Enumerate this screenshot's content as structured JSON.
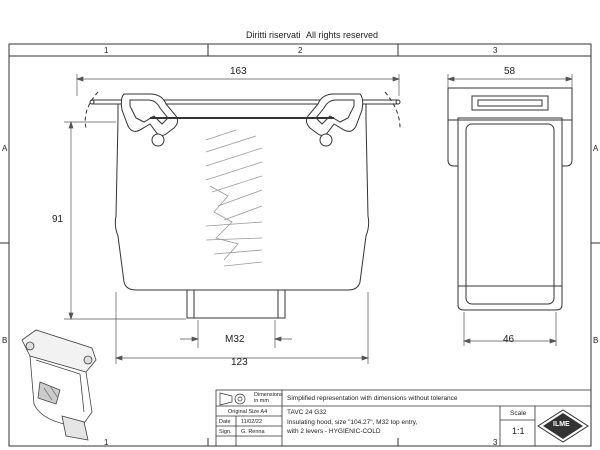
{
  "header": {
    "rights_it": "Diritti riservati",
    "rights_en": "All rights reserved"
  },
  "zones": {
    "cols": [
      "1",
      "2",
      "3"
    ],
    "rows": [
      "A",
      "B"
    ]
  },
  "dimensions": {
    "front_width_top": "163",
    "front_height": "91",
    "front_entry": "M32",
    "front_width_bottom": "123",
    "side_width_top": "58",
    "side_width_bottom": "46"
  },
  "title_block": {
    "units_label": "Dimensions\nin mm",
    "note": "Simplified representation with dimensions without tolerance",
    "original_size": "Original Size A4",
    "date_label": "Date",
    "date_value": "11/02/22",
    "sign_label": "Sign.",
    "sign_value": "G. Renna",
    "code": "TAVC 24 G32",
    "desc1": "Insulating hood, size \"104.27\", M32 top entry,",
    "desc2": "with 2 levers - HYGIENIC-COLD",
    "scale_label": "Scale",
    "scale_value": "1:1",
    "logo_text": "ILME"
  },
  "colors": {
    "line": "#333333",
    "dim_line": "#555555",
    "pattern": "#9a9a9a"
  }
}
